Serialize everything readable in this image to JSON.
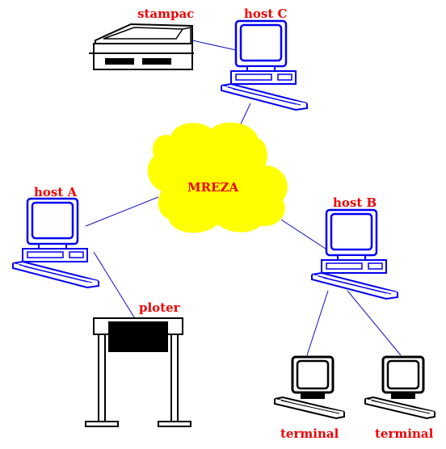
{
  "diagram": {
    "network": {
      "label": "MREZA",
      "color": "#ffff00"
    },
    "colors": {
      "label": "#ee0000",
      "host": "#0000ee",
      "terminal": "#000000",
      "link": "#1010c0"
    },
    "nodes": {
      "printer": {
        "label": "stampac"
      },
      "host_c": {
        "label": "host C"
      },
      "host_a": {
        "label": "host A"
      },
      "host_b": {
        "label": "host B"
      },
      "plotter": {
        "label": "ploter"
      },
      "terminal_1": {
        "label": "terminal"
      },
      "terminal_2": {
        "label": "terminal"
      }
    }
  }
}
